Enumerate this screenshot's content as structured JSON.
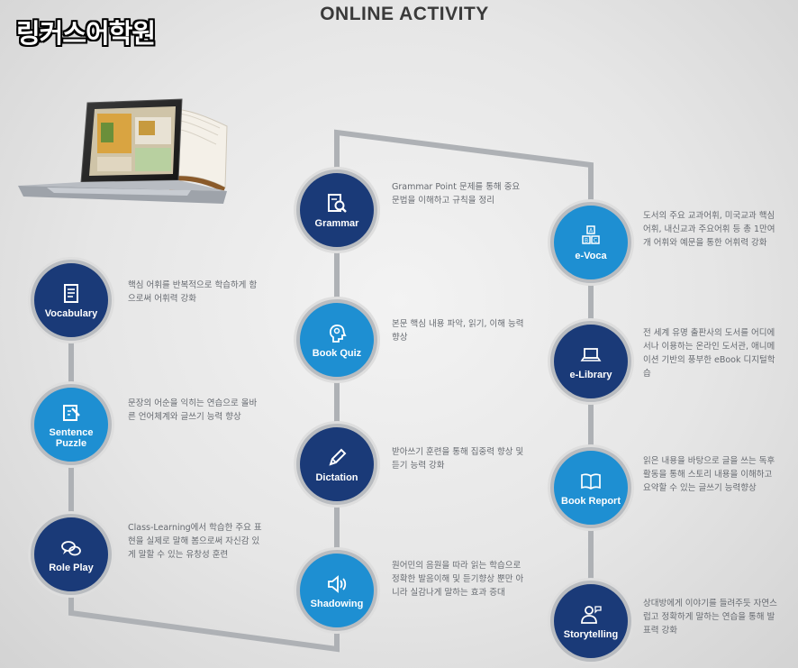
{
  "brand": "링커스어학원",
  "title": "ONLINE ACTIVITY",
  "activities": [
    {
      "label": "Vocabulary",
      "icon": "vocabulary-icon",
      "desc": "핵심 어휘를 반복적으로 학습하게 함으로써 어휘력 강화"
    },
    {
      "label": "Sentence Puzzle",
      "icon": "puzzle-icon",
      "desc": "문장의 어순을 익히는 연습으로 올바른 언어체계와 글쓰기 능력 향상"
    },
    {
      "label": "Role Play",
      "icon": "chat-icon",
      "desc": "Class-Learning에서 학습한 주요 표현을 실제로 말해 봄으로써 자신감 있게 말할 수 있는 유창성 훈련"
    },
    {
      "label": "Grammar",
      "icon": "grammar-icon",
      "desc": "Grammar Point 문제를 통해 중요 문법을 이해하고 규칙을 정리"
    },
    {
      "label": "Book Quiz",
      "icon": "head-icon",
      "desc": "본문 핵심 내용 파악, 읽기, 이해 능력 향상"
    },
    {
      "label": "Dictation",
      "icon": "pen-icon",
      "desc": "받아쓰기 훈련을 통해 집중력 향상 및 듣기 능력 강화"
    },
    {
      "label": "Shadowing",
      "icon": "speaker-icon",
      "desc": "원어민의 음원을 따라 읽는 학습으로 정확한 발음이해 및 듣기향상 뿐만 아니라 실감나게 말하는 효과 증대"
    },
    {
      "label": "e-Voca",
      "icon": "abc-blocks-icon",
      "desc": "도서의 주요 교과어휘, 미국교과 핵심어휘, 내신교과 주요어휘 등 총 1만여개 어휘와 예문을 통한 어휘력 강화"
    },
    {
      "label": "e-Library",
      "icon": "laptop-icon",
      "desc": "전 세계 유명 출판사의 도서를 어디에서나 이용하는 온라인 도서관, 애니메이션 기반의 풍부한 eBook 디지털학습"
    },
    {
      "label": "Book Report",
      "icon": "open-book-icon",
      "desc": "읽은 내용을 바탕으로 글을 쓰는 독후활동을 통해 스토리 내용을 이해하고 요약할 수 있는 글쓰기 능력향상"
    },
    {
      "label": "Storytelling",
      "icon": "person-icon",
      "desc": "상대방에게 이야기를 들려주듯 자연스럽고 정확하게 말하는 연습을 통해 발표력 강화"
    }
  ],
  "colors": {
    "dark": "#1a3a78",
    "light": "#1e8fd2",
    "path": "#aeb1b5"
  }
}
